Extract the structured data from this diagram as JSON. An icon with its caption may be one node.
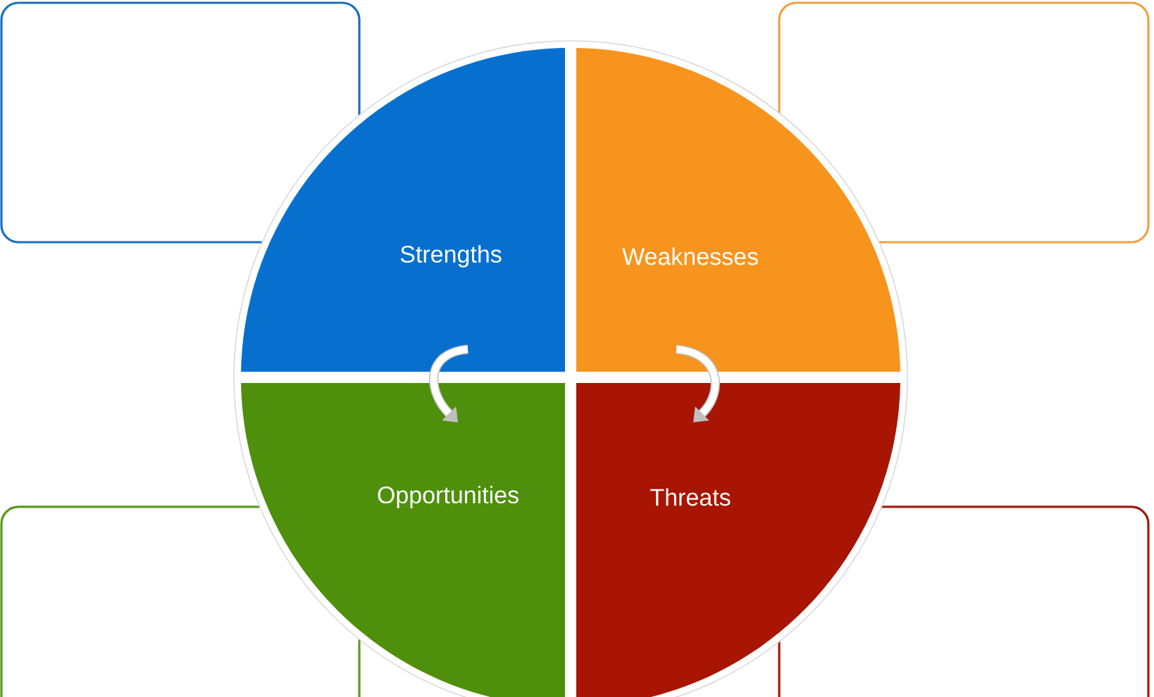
{
  "diagram": {
    "nodes": [
      {
        "text": [],
        "shape": "box"
      },
      {
        "text": [
          "Strengths"
        ]
      },
      {
        "text": [
          "Weaknesses"
        ]
      },
      {
        "text": [],
        "shape": "box"
      },
      {
        "text": [],
        "shape": "box"
      },
      {
        "text": [
          "Opportunities"
        ]
      },
      {
        "text": [
          "Threats"
        ]
      },
      {
        "text": [],
        "shape": "box"
      }
    ],
    "edges": [
      {
        "from": 1,
        "to": 5,
        "arrow": "to"
      },
      {
        "from": 2,
        "to": 6,
        "arrow": "to"
      }
    ]
  }
}
